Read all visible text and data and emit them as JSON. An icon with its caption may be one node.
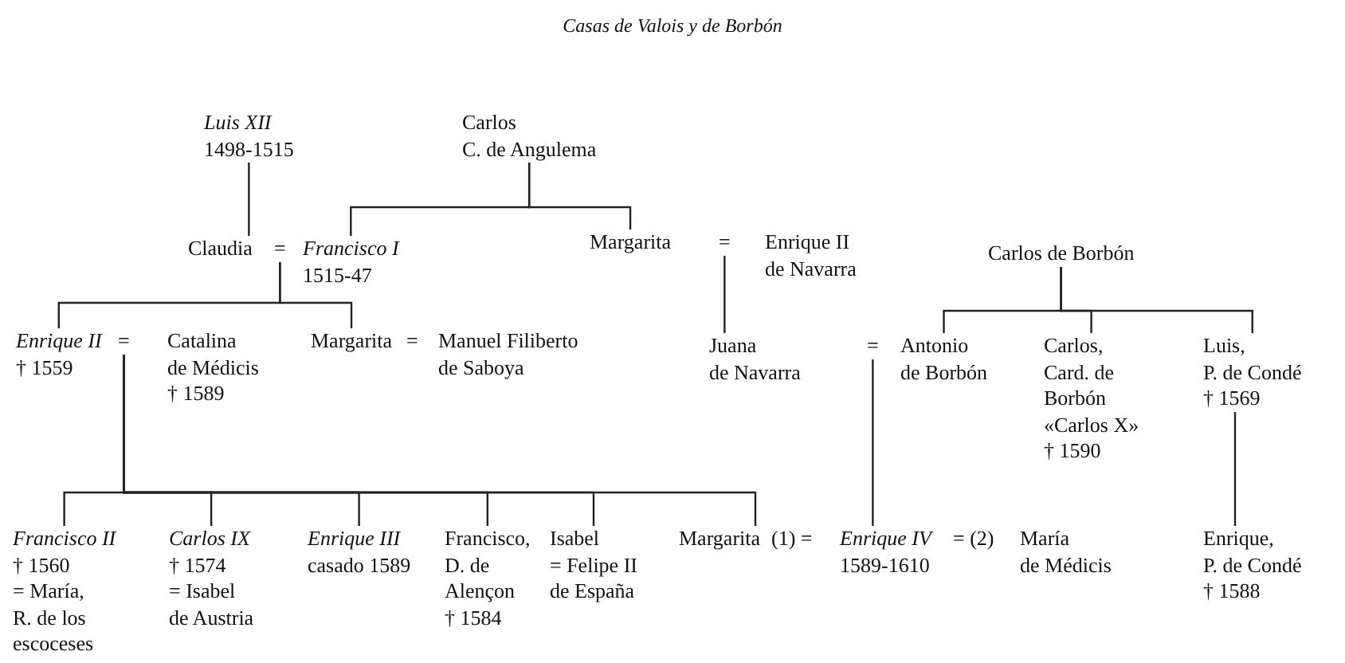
{
  "diagram": {
    "title": "Casas de Valois y de Borbón",
    "nodes": [
      {
        "text": [
          "Luis XII",
          "1498-1515"
        ]
      },
      {
        "text": [
          "Carlos C. de Angulema"
        ]
      },
      {
        "text": [
          "Claudia"
        ]
      },
      {
        "text": [
          "="
        ]
      },
      {
        "text": [
          "Francisco I",
          "1515-47"
        ]
      },
      {
        "text": [
          "Margarita"
        ]
      },
      {
        "text": [
          "="
        ]
      },
      {
        "text": [
          "Enrique II de Navarra"
        ]
      },
      {
        "text": [
          "Carlos de Borbón"
        ]
      },
      {
        "text": [
          "Enrique II",
          "† 1559"
        ]
      },
      {
        "text": [
          "="
        ]
      },
      {
        "text": [
          "Catalina de Médicis",
          "† 1589"
        ]
      },
      {
        "text": [
          "Margarita"
        ]
      },
      {
        "text": [
          "Manuel Filiberto de Saboya"
        ]
      },
      {
        "text": [
          "Juana de Navarra"
        ]
      },
      {
        "text": [
          "="
        ]
      },
      {
        "text": [
          "Antonio de Borbón"
        ]
      },
      {
        "text": [
          "Carlos, Card. de Borbón «Carlos X»",
          "† 1590"
        ]
      },
      {
        "text": [
          "Luis, P. de Condé",
          "† 1569"
        ]
      },
      {
        "text": [
          "Francisco II",
          "† 1560",
          "= María, R. de los escoceses"
        ]
      },
      {
        "text": [
          "Carlos IX",
          "† 1574",
          "= Isabel de Austria"
        ]
      },
      {
        "text": [
          "Enrique III",
          "casado 1589"
        ]
      },
      {
        "text": [
          "Francisco, D. de Alençon",
          "† 1584"
        ]
      },
      {
        "text": [
          "Isabel",
          "= Felipe II de España"
        ]
      },
      {
        "text": [
          "Margarita"
        ]
      },
      {
        "text": [
          "Enrique IV",
          "1589-1610"
        ]
      },
      {
        "text": [
          "María de Médicis"
        ]
      },
      {
        "text": [
          "Enrique, P. de Condé",
          "† 1588"
        ]
      }
    ],
    "edges": [
      {
        "from": 0,
        "to": 2,
        "arrow": "none"
      },
      {
        "from": 1,
        "to": 4,
        "arrow": "none"
      },
      {
        "from": 1,
        "to": 5,
        "arrow": "none"
      },
      {
        "from": 3,
        "to": 9,
        "arrow": "none"
      },
      {
        "from": 3,
        "to": 12,
        "arrow": "none"
      },
      {
        "from": 6,
        "to": 14,
        "arrow": "none"
      },
      {
        "from": 8,
        "to": 16,
        "arrow": "none"
      },
      {
        "from": 8,
        "to": 17,
        "arrow": "none"
      },
      {
        "from": 8,
        "to": 18,
        "arrow": "none"
      },
      {
        "from": 10,
        "to": 19,
        "arrow": "none"
      },
      {
        "from": 10,
        "to": 20,
        "arrow": "none"
      },
      {
        "from": 10,
        "to": 21,
        "arrow": "none"
      },
      {
        "from": 10,
        "to": 22,
        "arrow": "none"
      },
      {
        "from": 10,
        "to": 23,
        "arrow": "none"
      },
      {
        "from": 10,
        "to": 24,
        "arrow": "none"
      },
      {
        "from": 15,
        "to": 25,
        "arrow": "none"
      },
      {
        "from": 18,
        "to": 27,
        "arrow": "none"
      }
    ],
    "labels": [
      "=",
      "(1) =",
      "= (2)"
    ]
  }
}
